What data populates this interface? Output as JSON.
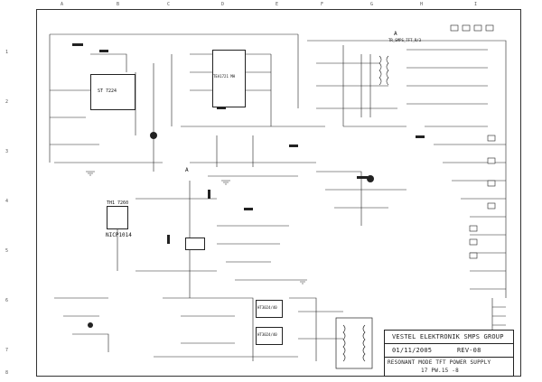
{
  "grid": {
    "top": [
      "A",
      "B",
      "C",
      "D",
      "E",
      "F",
      "G",
      "H",
      "I"
    ],
    "side": [
      "1",
      "2",
      "3",
      "4",
      "5",
      "6",
      "7",
      "8"
    ]
  },
  "components": {
    "u_left": "ST 7224",
    "u_mid": "TEA1721 MH",
    "u_nicp_top": "TH1 7260",
    "u_nicp_bottom": "NICP1014",
    "u_lower1": "HT3024/40",
    "u_lower2": "HT3024/40",
    "trafo_top": "TR_SMPS_TFT_R/3",
    "label_a1": "A",
    "label_a2": "A"
  },
  "title_block": {
    "company": "VESTEL ELEKTRONIK SMPS GROUP",
    "date": "01/11/2005",
    "rev": "REV-08",
    "product": "RESONANT MODE TFT POWER SUPPLY",
    "model": "17 PW.15 -8"
  },
  "colors": {
    "ink": "#222222",
    "paper": "#ffffff"
  }
}
